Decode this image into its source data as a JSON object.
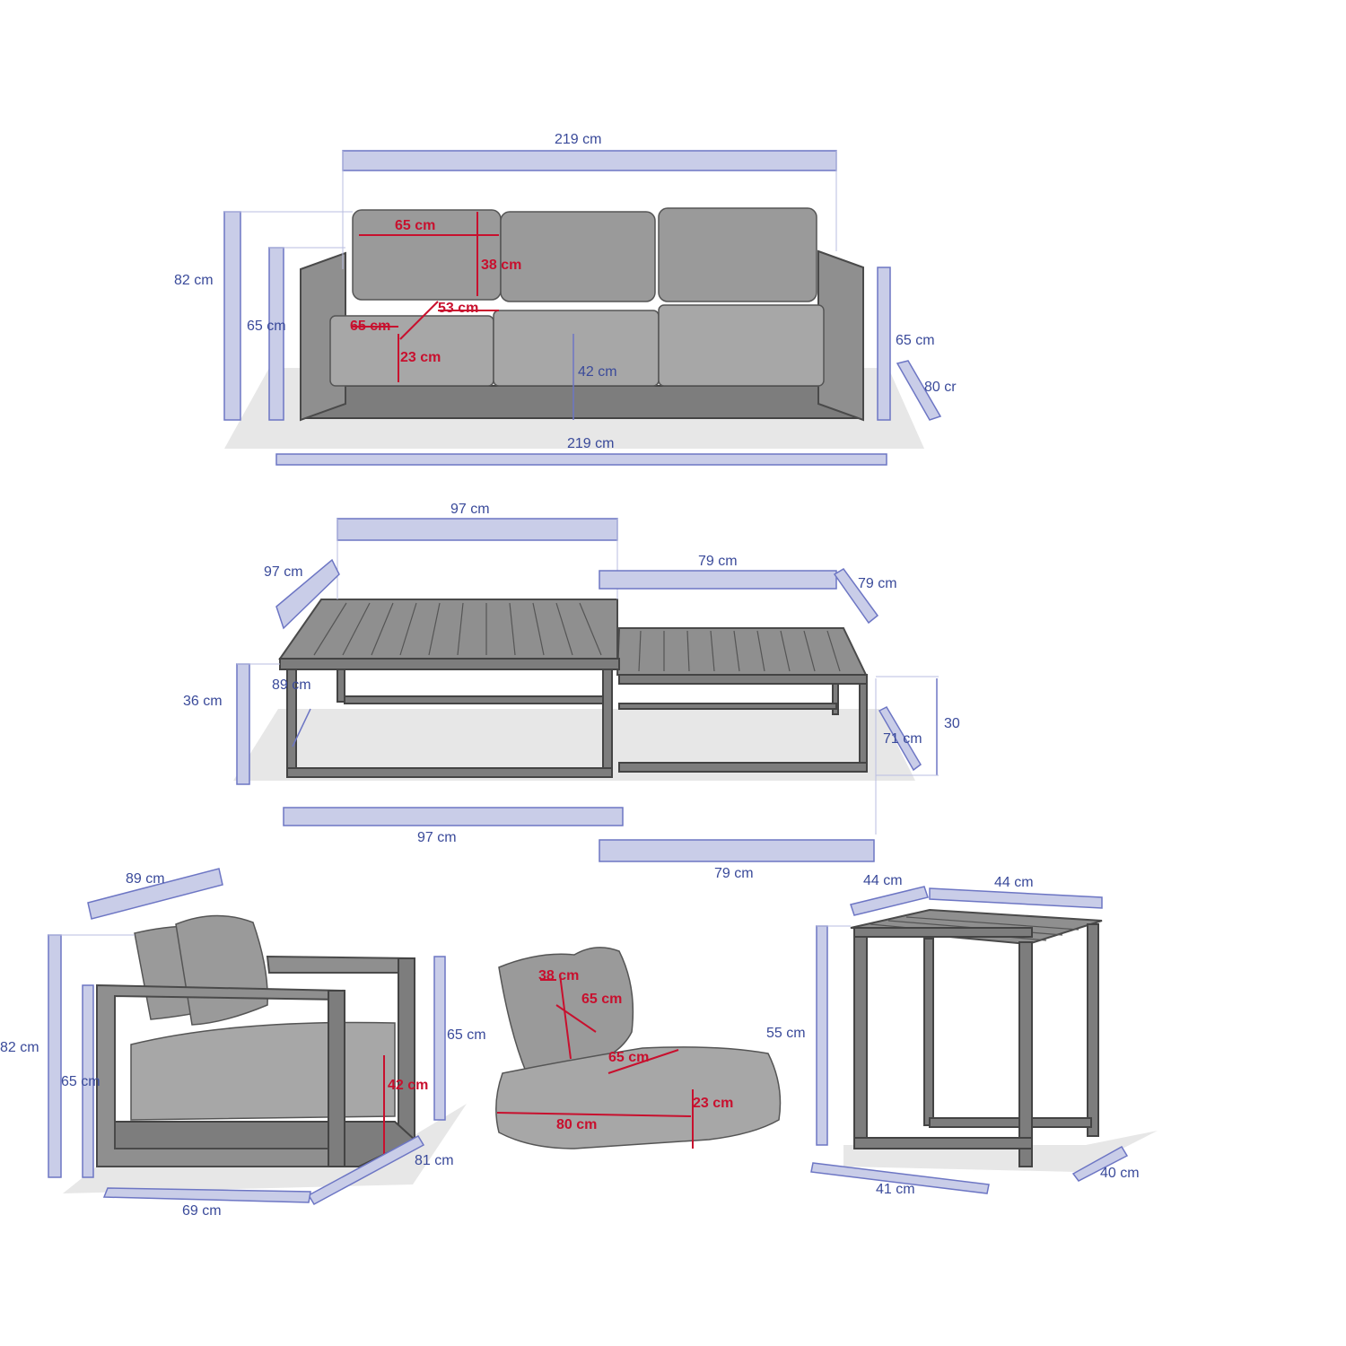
{
  "sofa": {
    "width_top": "219 cm",
    "width_bottom": "219 cm",
    "height_total": "82 cm",
    "height_arm": "65 cm",
    "height_right": "65 cm",
    "depth": "80 cr",
    "back_cushion_width": "65 cm",
    "back_cushion_height": "38 cm",
    "seat_depth": "53 cm",
    "seat_width": "65 cm",
    "seat_thickness": "23 cm",
    "seat_height": "42 cm"
  },
  "tables": {
    "large_width_top": "97 cm",
    "large_depth": "97 cm",
    "large_height": "36 cm",
    "large_inner": "89 cm",
    "large_width_bottom": "97 cm",
    "small_width_top": "79 cm",
    "small_depth": "79 cm",
    "small_height": "30",
    "small_inner": "71 cm",
    "small_width_bottom": "79 cm"
  },
  "armchair": {
    "width_top": "89 cm",
    "height_total": "82 cm",
    "height_arm_left": "65 cm",
    "height_arm_right": "65 cm",
    "seat_height": "42 cm",
    "depth": "81 cm",
    "width_bottom": "69 cm"
  },
  "cushion": {
    "back_height": "38 cm",
    "back_width": "65 cm",
    "seat_width": "65 cm",
    "seat_thickness": "23 cm",
    "seat_depth": "80 cm"
  },
  "side_table": {
    "depth_top": "44 cm",
    "width_top": "44 cm",
    "height": "55 cm",
    "width_bottom": "41 cm",
    "depth_bottom": "40 cm"
  }
}
